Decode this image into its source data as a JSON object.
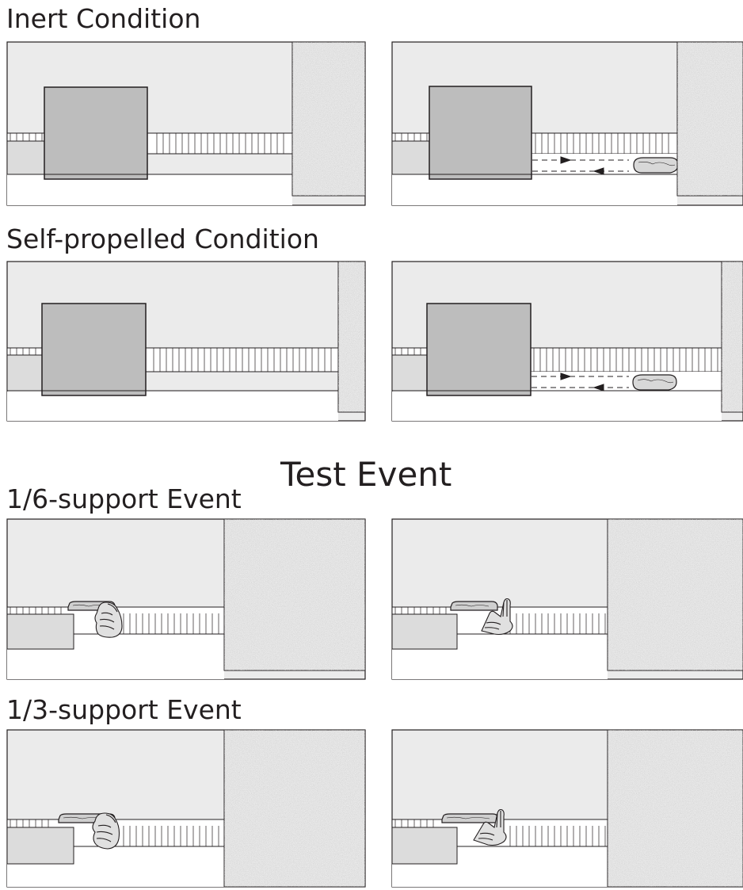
{
  "headings": {
    "inert": "Inert Condition",
    "self_propelled": "Self-propelled Condition",
    "test_event": "Test Event",
    "one_sixth": "1/6-support Event",
    "one_third": "1/3-support Event"
  },
  "colors": {
    "ink": "#231f20",
    "wall": "#ebebeb",
    "box": "#bdbdbd",
    "floor": "#ffffff",
    "speckle_screen": "#e9e9e9",
    "platform": "#dcdcdc"
  },
  "panels": [
    {
      "row": "inert",
      "side": "left",
      "content": "box-over-track",
      "screen": "wide"
    },
    {
      "row": "inert",
      "side": "right",
      "content": "box-with-moving-object",
      "screen": "wide"
    },
    {
      "row": "self_propelled",
      "side": "left",
      "content": "box-over-track",
      "screen": "narrow"
    },
    {
      "row": "self_propelled",
      "side": "right",
      "content": "box-with-moving-object",
      "screen": "narrow"
    },
    {
      "row": "one_sixth",
      "side": "left",
      "content": "hand-pushing-object",
      "screen": "large"
    },
    {
      "row": "one_sixth",
      "side": "right",
      "content": "hand-releasing-object",
      "screen": "large"
    },
    {
      "row": "one_third",
      "side": "left",
      "content": "hand-pushing-object",
      "screen": "large"
    },
    {
      "row": "one_third",
      "side": "right",
      "content": "hand-releasing-object",
      "screen": "large"
    }
  ]
}
